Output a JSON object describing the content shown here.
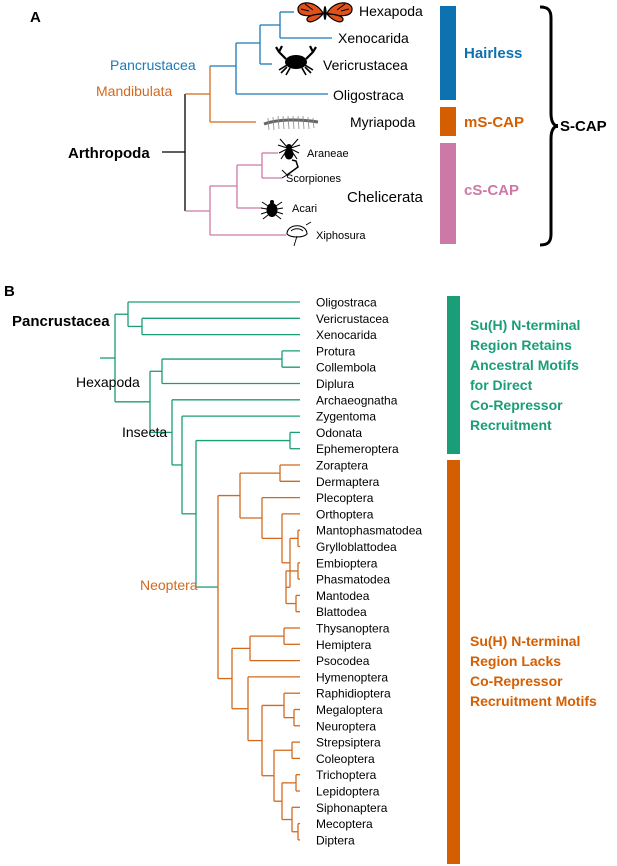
{
  "colors": {
    "pancrustacea": "#1a7ab8",
    "mandibulata": "#d2691e",
    "chelicerata": "#cc79a7",
    "black": "#000000",
    "hairless": "#0f72b0",
    "mscap": "#d55e00",
    "cscap": "#cc79a7",
    "retains": "#1a9e77",
    "lacks": "#d55e00"
  },
  "panel_a": {
    "label": "A",
    "clades": {
      "pancrustacea": "Pancrustacea",
      "mandibulata": "Mandibulata",
      "arthropoda": "Arthropoda",
      "chelicerata": "Chelicerata"
    },
    "taxa": [
      "Hexapoda",
      "Xenocarida",
      "Vericrustacea",
      "Oligostraca",
      "Myriapoda",
      "Araneae",
      "Scorpiones",
      "Acari",
      "Xiphosura"
    ],
    "groups": {
      "hairless": "Hairless",
      "mscap": "mS-CAP",
      "cscap": "cS-CAP",
      "scap": "S-CAP"
    },
    "icons": [
      "butterfly-icon",
      "crab-icon",
      "millipede-icon",
      "spider-icon",
      "scorpion-icon",
      "tick-icon",
      "horseshoe-crab-icon"
    ]
  },
  "panel_b": {
    "label": "B",
    "clades": {
      "pancrustacea": "Pancrustacea",
      "hexapoda": "Hexapoda",
      "insecta": "Insecta",
      "neoptera": "Neoptera"
    },
    "taxa": [
      "Oligostraca",
      "Vericrustacea",
      "Xenocarida",
      "Protura",
      "Collembola",
      "Diplura",
      "Archaeognatha",
      "Zygentoma",
      "Odonata",
      "Ephemeroptera",
      "Zoraptera",
      "Dermaptera",
      "Plecoptera",
      "Orthoptera",
      "Mantophasmatodea",
      "Grylloblattodea",
      "Embioptera",
      "Phasmatodea",
      "Mantodea",
      "Blattodea",
      "Thysanoptera",
      "Hemiptera",
      "Psocodea",
      "Hymenoptera",
      "Raphidioptera",
      "Megaloptera",
      "Neuroptera",
      "Strepsiptera",
      "Coleoptera",
      "Trichoptera",
      "Lepidoptera",
      "Siphonaptera",
      "Mecoptera",
      "Diptera"
    ],
    "groups": {
      "retains": [
        "Su(H) N-terminal",
        "Region Retains",
        "Ancestral Motifs",
        "for Direct",
        "Co-Repressor",
        "Recruitment"
      ],
      "lacks": [
        "Su(H) N-terminal",
        "Region Lacks",
        "Co-Repressor",
        "Recruitment Motifs"
      ]
    }
  }
}
